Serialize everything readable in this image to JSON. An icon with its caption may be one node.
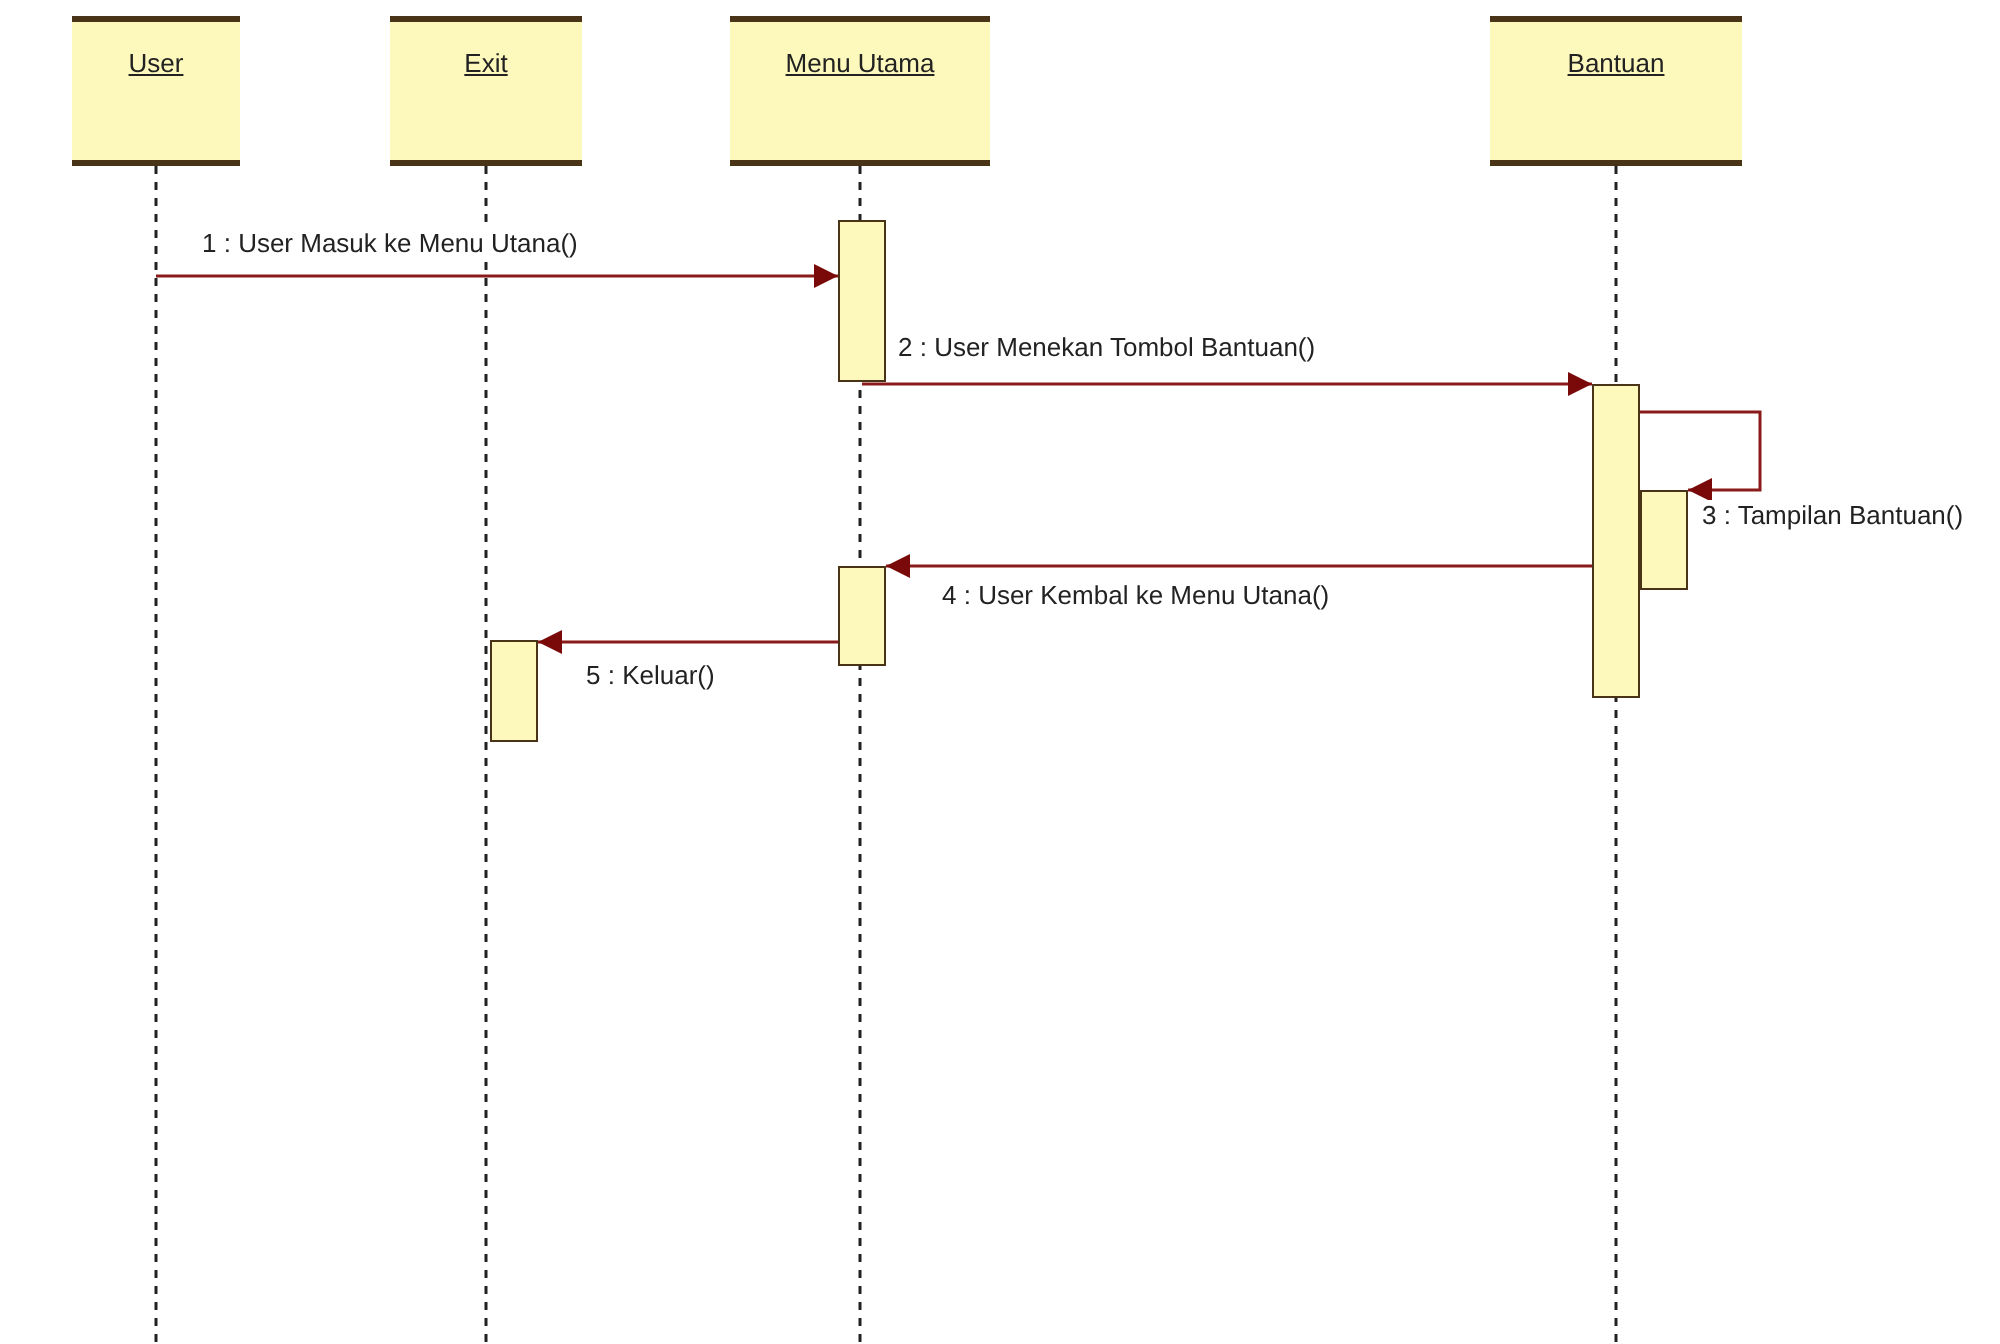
{
  "diagram": {
    "nodes": [
      {
        "text": [
          "User"
        ]
      },
      {
        "text": [
          "Exit"
        ]
      },
      {
        "text": [
          "Menu Utama"
        ]
      },
      {
        "text": [
          "Bantuan"
        ]
      },
      {
        "text": [],
        "shape": "box"
      },
      {
        "text": [],
        "shape": "box"
      },
      {
        "text": [],
        "shape": "box"
      },
      {
        "text": [],
        "shape": "box"
      },
      {
        "text": [],
        "shape": "box"
      }
    ],
    "edges": [
      {
        "from": 0,
        "to": 4,
        "arrow": "to",
        "label": "1 : User Masuk ke Menu Utana()"
      },
      {
        "from": 4,
        "to": 5,
        "arrow": "to",
        "label": "2 : User Menekan Tombol Bantuan()"
      },
      {
        "from": 5,
        "to": 6,
        "arrow": "to",
        "label": "3 : Tampilan Bantuan()"
      },
      {
        "from": 5,
        "to": 7,
        "arrow": "to",
        "label": "4 : User Kembal ke Menu Utana()"
      },
      {
        "from": 7,
        "to": 8,
        "arrow": "to",
        "label": "5 : Keluar()"
      }
    ]
  }
}
